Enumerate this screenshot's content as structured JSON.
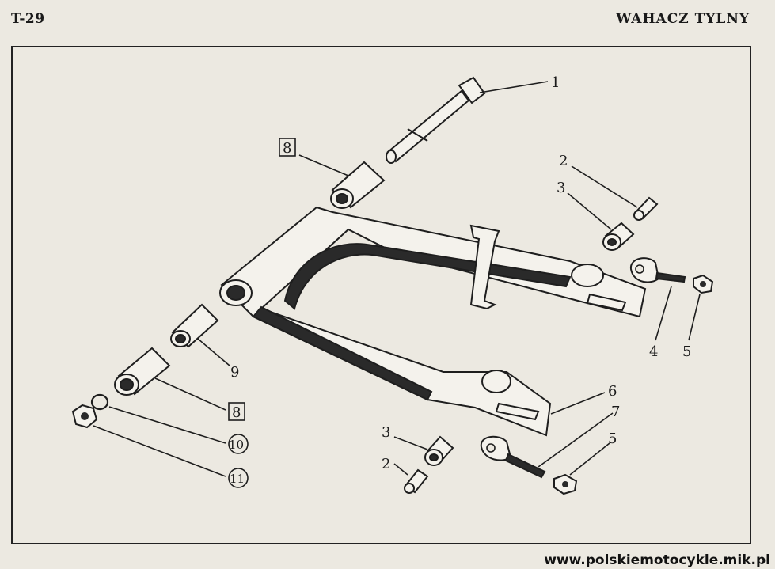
{
  "header": {
    "page_code": "T-29",
    "title": "WAHACZ TYLNY"
  },
  "footer": {
    "website": "www.polskiemotocykle.mik.pl"
  },
  "callouts": [
    {
      "id": "c1",
      "label": "1"
    },
    {
      "id": "c2a",
      "label": "2"
    },
    {
      "id": "c3a",
      "label": "3"
    },
    {
      "id": "c4",
      "label": "4"
    },
    {
      "id": "c5a",
      "label": "5"
    },
    {
      "id": "c6",
      "label": "6"
    },
    {
      "id": "c7",
      "label": "7"
    },
    {
      "id": "c5b",
      "label": "5"
    },
    {
      "id": "c3b",
      "label": "3"
    },
    {
      "id": "c2b",
      "label": "2"
    },
    {
      "id": "c8a",
      "label": "8",
      "style": "boxed"
    },
    {
      "id": "c8b",
      "label": "8",
      "style": "boxed"
    },
    {
      "id": "c9",
      "label": "9"
    },
    {
      "id": "c10",
      "label": "10",
      "style": "circled"
    },
    {
      "id": "c11",
      "label": "11",
      "style": "circled"
    }
  ]
}
